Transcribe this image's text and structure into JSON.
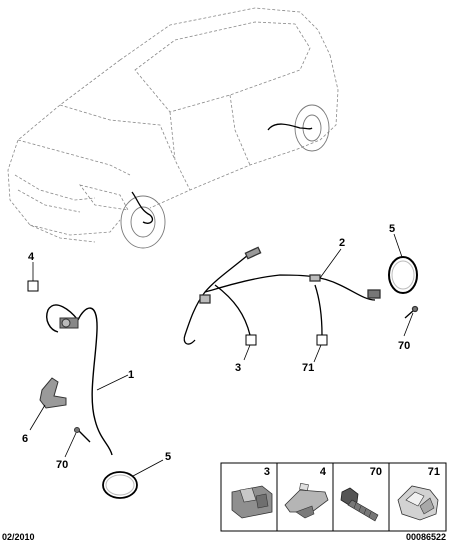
{
  "callouts": {
    "c4_left": "4",
    "c1": "1",
    "c6": "6",
    "c70_left": "70",
    "c5_left": "5",
    "c2": "2",
    "c5_right": "5",
    "c70_right": "70",
    "c3": "3",
    "c71": "71"
  },
  "legend": {
    "items": [
      {
        "ref": "3"
      },
      {
        "ref": "4"
      },
      {
        "ref": "70"
      },
      {
        "ref": "71"
      }
    ]
  },
  "footer": {
    "date": "02/2010",
    "reference": "00086522"
  }
}
